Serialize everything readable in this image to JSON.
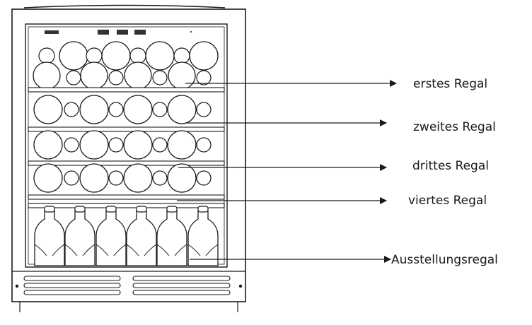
{
  "panel": {
    "display_left": "ɪɪɪɪ",
    "display_buttons": [
      "ɪɪɪ",
      "ɪɪɪ",
      "ɪɪɪɪ"
    ]
  },
  "labels": {
    "shelf_1": "erstes Regal",
    "shelf_2": "zweites Regal",
    "shelf_3": "drittes Regal",
    "shelf_4": "viertes Regal",
    "display_shelf": "Ausstellungsregal"
  },
  "colors": {
    "line": "#1a1a1a",
    "background": "#ffffff"
  },
  "icons": {
    "arrow": "arrow-right-icon"
  }
}
